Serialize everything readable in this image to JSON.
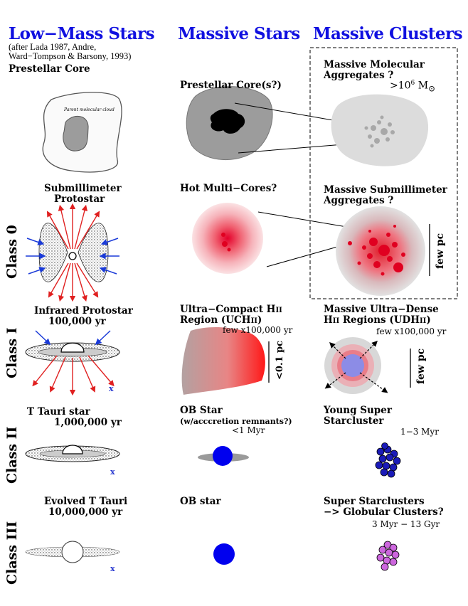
{
  "columns": {
    "low_mass": "Low−Mass Stars",
    "massive_stars": "Massive Stars",
    "massive_clusters": "Massive Clusters"
  },
  "citation": {
    "line1": "(after Lada 1987, Andre,",
    "line2": "Ward−Tompson & Barsony, 1993)"
  },
  "classes": [
    "Class 0",
    "Class I",
    "Class II",
    "Class III"
  ],
  "rows": {
    "prestellar": {
      "low_title": "Prestellar Core",
      "cloud_text": "Parent molecular cloud",
      "massive_title": "Prestellar Core(s?)",
      "cluster_title_1": "Massive Molecular",
      "cluster_title_2": "Aggregates ?",
      "cluster_mass": ">10",
      "cluster_mass_exp": "6",
      "cluster_mass_unit": "M",
      "sun_symbol": "⊙"
    },
    "class0": {
      "low_title_1": "Submillimeter",
      "low_title_2": "Protostar",
      "massive_title": "Hot Multi−Cores?",
      "cluster_title_1": "Massive Submillimeter",
      "cluster_title_2": "Aggregates ?",
      "scale": "few pc"
    },
    "class1": {
      "low_title_1": "Infrared Protostar",
      "low_title_2": "100,000 yr",
      "massive_title_1": "Ultra−Compact H",
      "massive_title_1b": "II",
      "massive_title_2": "Region (UCH",
      "massive_title_2b": "II",
      "massive_title_2c": ")",
      "massive_age": "few x100,000 yr",
      "massive_scale": "<0.1 pc",
      "cluster_title_1": "Massive Ultra−Dense",
      "cluster_title_2a": "H",
      "cluster_title_2b": "II",
      "cluster_title_2c": " Regions (UDH",
      "cluster_title_2d": "II",
      "cluster_title_2e": ")",
      "cluster_age": "few x100,000 yr",
      "cluster_scale": "few pc"
    },
    "class2": {
      "low_title_1": "T Tauri star",
      "low_title_2": "1,000,000 yr",
      "massive_title_1": "OB Star",
      "massive_title_2": "(w/acccretion remnants?)",
      "massive_age": "<1 Myr",
      "cluster_title_1": "Young Super",
      "cluster_title_2": "Starcluster",
      "cluster_age": "1−3 Myr"
    },
    "class3": {
      "low_title_1": "Evolved T Tauri",
      "low_title_2": "10,000,000 yr",
      "massive_title": "OB star",
      "cluster_title_1": "Super Starclusters",
      "cluster_title_2": "−> Globular Clusters?",
      "cluster_age": "3 Myr − 13 Gyr"
    }
  },
  "markers": {
    "x_label": "x"
  },
  "colors": {
    "heading": "#1010e0",
    "gray_core": "#999999",
    "ob_blue": "#0000ee",
    "cluster_blue": "#1a1ab8",
    "cluster_violet": "#cc66dd",
    "hii_blue": "#8c8ce6"
  }
}
